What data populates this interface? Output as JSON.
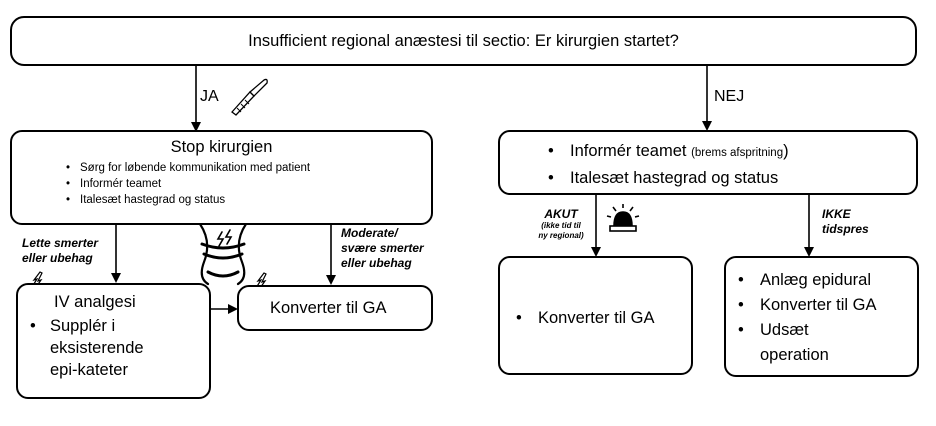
{
  "question": "Insufficient regional anæstesi til sectio: Er kirurgien startet?",
  "branch_yes": "JA",
  "branch_no": "NEJ",
  "stop": {
    "title": "Stop kirurgien",
    "items": [
      "Sørg for løbende kommunikation med patient",
      "Informér teamet",
      "Italesæt hastegrad og status"
    ]
  },
  "inform": {
    "item1_main": "Informér teamet",
    "item1_note": "(brems afspritning",
    "item1_close": ")",
    "item2": "Italesæt hastegrad og status"
  },
  "light_pain": [
    "Lette smerter",
    "eller ubehag"
  ],
  "moderate_pain": [
    "Moderate/",
    "svære smerter",
    "eller ubehag"
  ],
  "iv": {
    "title": "IV analgesi",
    "bullet_lines": [
      "Supplér i",
      "eksisterende",
      "epi-kateter"
    ]
  },
  "convert_ga_left": "Konverter til GA",
  "akut": {
    "label": "AKUT",
    "note": [
      "(ikke tid til",
      "ny regional)"
    ]
  },
  "ikke": [
    "IKKE",
    "tidspres"
  ],
  "convert_ga_mid": "Konverter til GA",
  "options": [
    "Anlæg epidural",
    "Konverter til GA"
  ],
  "options_last": [
    "Udsæt",
    "operation"
  ],
  "icons": [
    "scalpel-icon",
    "pain-target-icon",
    "abdominal-pain-icon",
    "siren-icon"
  ]
}
